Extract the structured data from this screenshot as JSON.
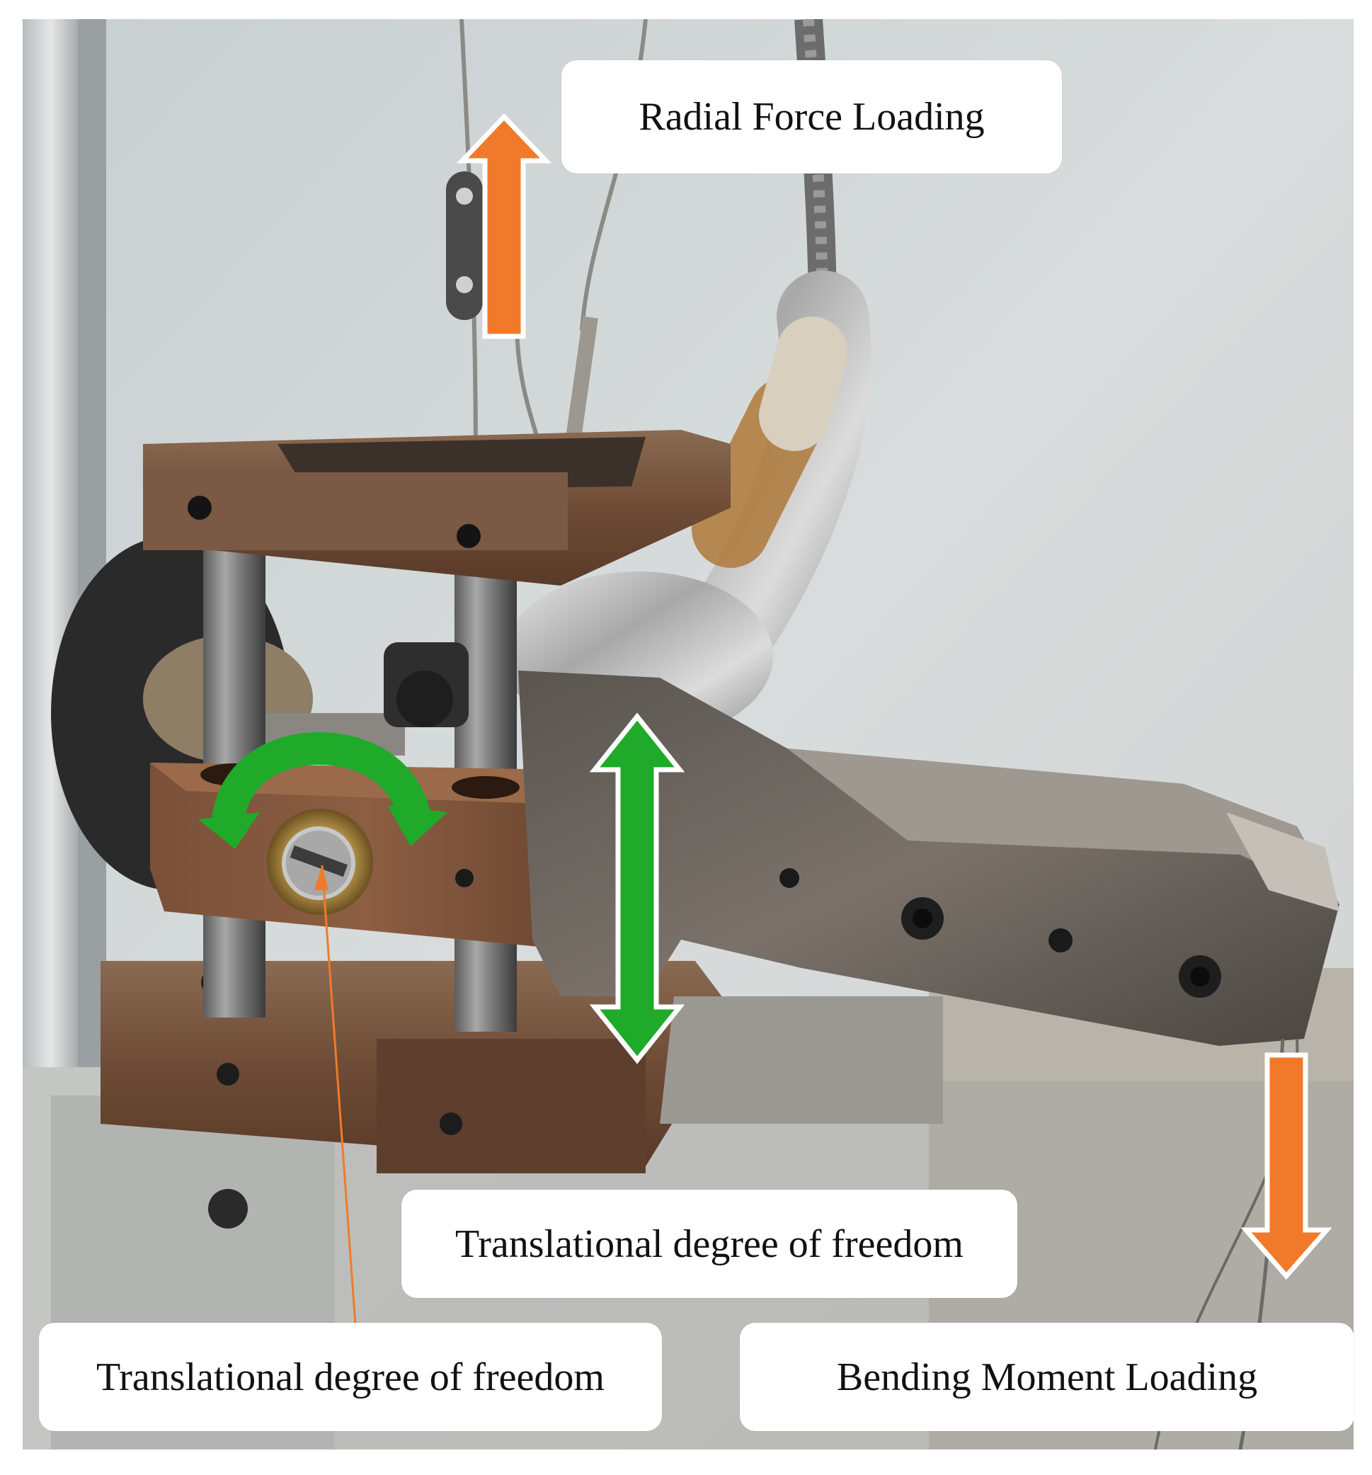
{
  "figure": {
    "labels": {
      "radial_force": "Radial Force Loading",
      "translational_mid": "Translational degree of freedom",
      "translational_left": "Translational degree of freedom",
      "bending_moment": "Bending Moment Loading"
    },
    "colors": {
      "load_arrow": "#f07a2a",
      "dof_arrow": "#1faa2a",
      "arrow_outline": "#ffffff",
      "callout_background": "#ffffff",
      "callout_text": "#111111"
    }
  }
}
